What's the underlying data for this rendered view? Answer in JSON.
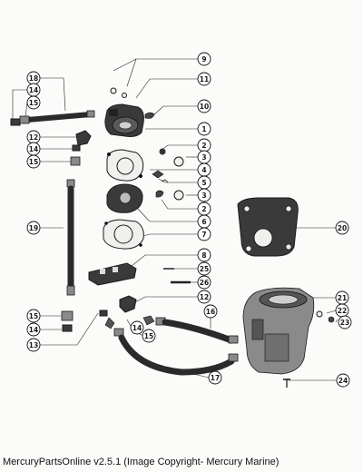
{
  "caption": "MercuryPartsOnline v2.5.1 (Image Copyright- Mercury Marine)",
  "callouts": {
    "c9": "9",
    "c11": "11",
    "c10": "10",
    "c1": "1",
    "c2a": "2",
    "c3a": "3",
    "c4": "4",
    "c5": "5",
    "c3b": "3",
    "c2b": "2",
    "c6": "6",
    "c7": "7",
    "c8": "8",
    "c25": "25",
    "c26": "26",
    "c12b": "12",
    "c18": "18",
    "c14a": "14",
    "c15a": "15",
    "c12a": "12",
    "c14b": "14",
    "c15b": "15",
    "c19": "19",
    "c15c": "15",
    "c14c": "14",
    "c13": "13",
    "c20": "20",
    "c21": "21",
    "c22": "22",
    "c23": "23",
    "c16": "16",
    "c14d": "14",
    "c15d": "15",
    "c17": "17",
    "c24": "24"
  }
}
